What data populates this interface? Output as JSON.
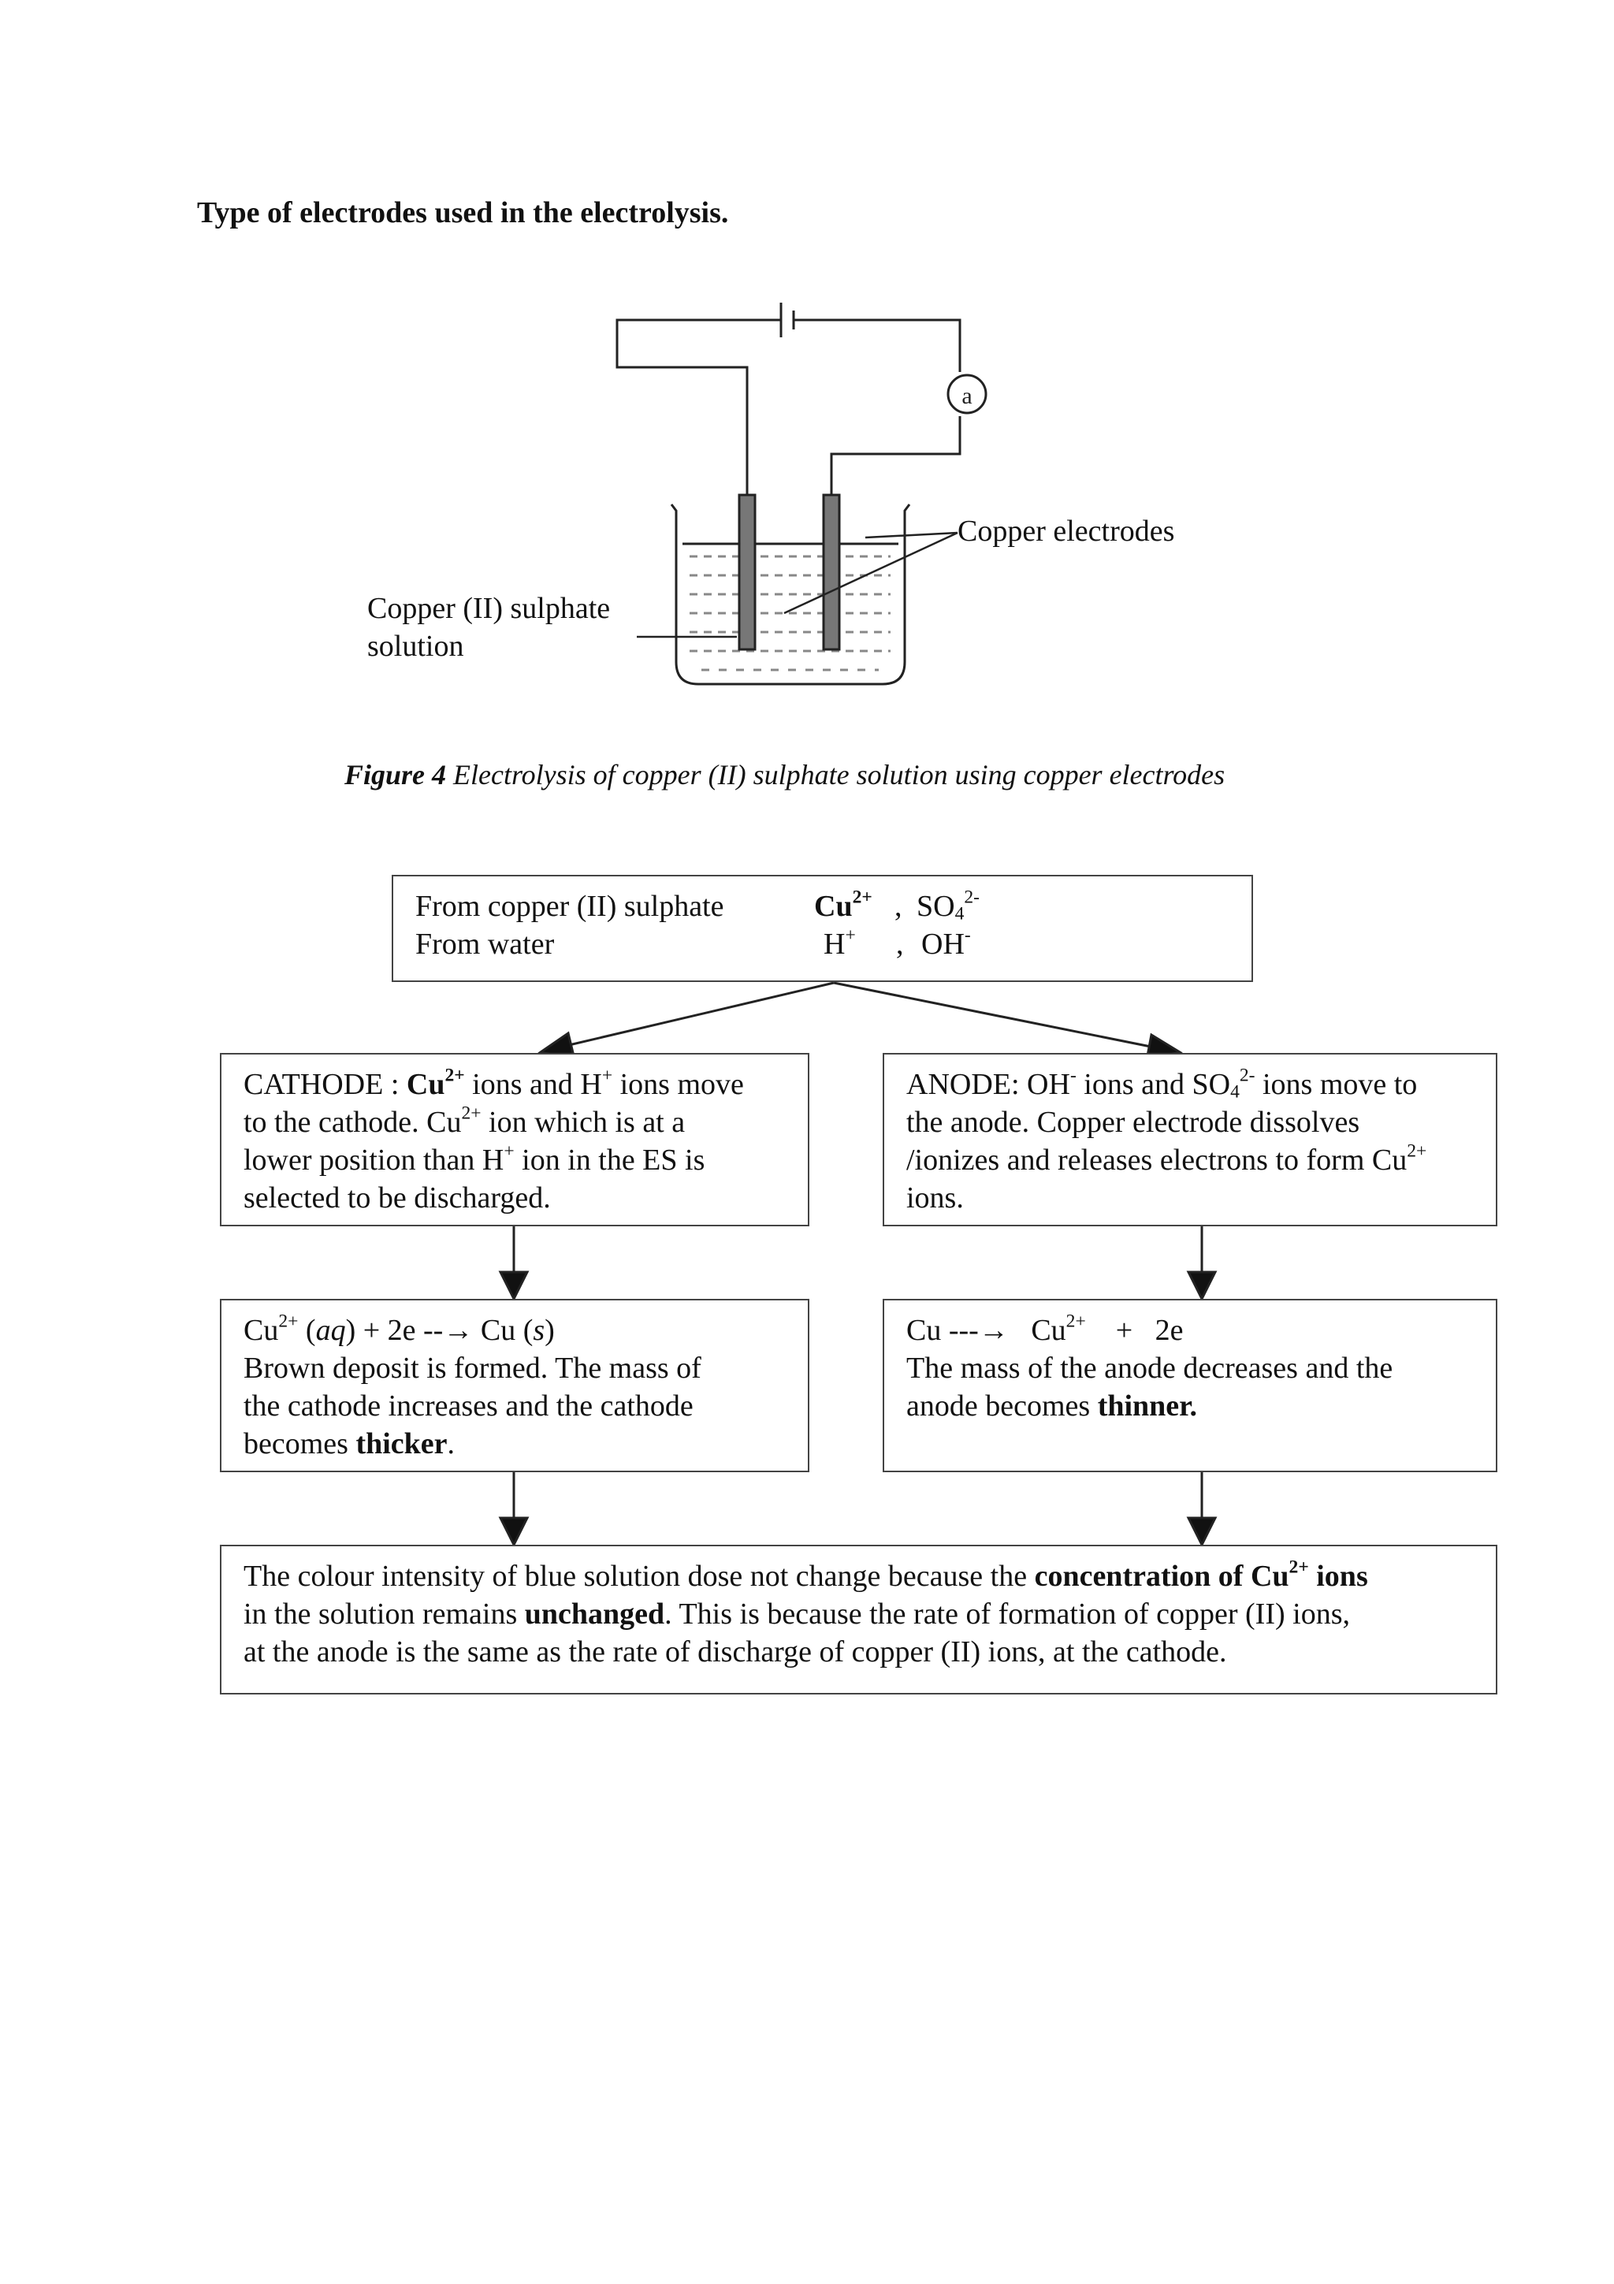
{
  "heading": "Type of electrodes used in the electrolysis.",
  "figure": {
    "label_electrodes": "Copper electrodes",
    "label_solution_line1": "Copper (II) sulphate",
    "label_solution_line2": "solution",
    "caption_bold": "Figure 4",
    "caption_text": " Electrolysis of copper (II) sulphate solution using copper electrodes"
  },
  "ions_box": {
    "row1_label": "From copper (II) sulphate",
    "row1_cation": "Cu",
    "row1_cation_charge": "2+",
    "row1_sep": ",",
    "row1_anion": "SO",
    "row1_anion_sub": "4",
    "row1_anion_charge": "2-",
    "row2_label": "From water",
    "row2_cation": "H",
    "row2_cation_charge": "+",
    "row2_sep": ",",
    "row2_anion": "OH",
    "row2_anion_charge": "-"
  },
  "cathode_box": {
    "t1": "CATHODE : ",
    "t2": "Cu",
    "t3": "2+",
    "t4": " ions and H",
    "t5": "+",
    "t6": " ions move",
    "t7": "to the cathode. Cu",
    "t8": "2+",
    "t9": " ion which is at a",
    "t10": "lower position than H",
    "t11": "+",
    "t12": " ion in the ES is",
    "t13": "selected to be discharged."
  },
  "anode_box": {
    "t1": "ANODE: OH",
    "t2": "-",
    "t3": " ions and SO",
    "t4": "4",
    "t5": "2-",
    "t6": " ions move to",
    "t7": "the anode. Copper electrode dissolves",
    "t8": "/ionizes and releases electrons to form Cu",
    "t9": "2+",
    "t10": "ions."
  },
  "cathode_reaction_box": {
    "t1": "Cu",
    "t2": "2+",
    "t3": " (",
    "t4": "aq",
    "t5": ")  +  2e  --",
    "t6": "→",
    "t7": "   Cu (",
    "t8": "s",
    "t9": ")",
    "t10": "Brown deposit is formed. The mass of",
    "t11": "the cathode increases and the cathode",
    "t12": "becomes ",
    "t13": "thicker",
    "t14": "."
  },
  "anode_reaction_box": {
    "t1": "Cu ---",
    "t2": "→",
    "t3": "   Cu",
    "t4": "2+",
    "t5": "    +   2e",
    "t6": "The mass of the anode decreases and the",
    "t7": "anode becomes ",
    "t8": "thinner."
  },
  "conclusion_box": {
    "t1": "The colour intensity of blue solution dose not change because the ",
    "t2": "concentration of Cu",
    "t3": "2+",
    "t4": " ions",
    "t5": "in the solution remains ",
    "t6": "unchanged",
    "t7": ". This is because the rate of formation of copper (II) ions,",
    "t8": "at the anode is the same as the rate of discharge of copper (II) ions, at the cathode."
  }
}
